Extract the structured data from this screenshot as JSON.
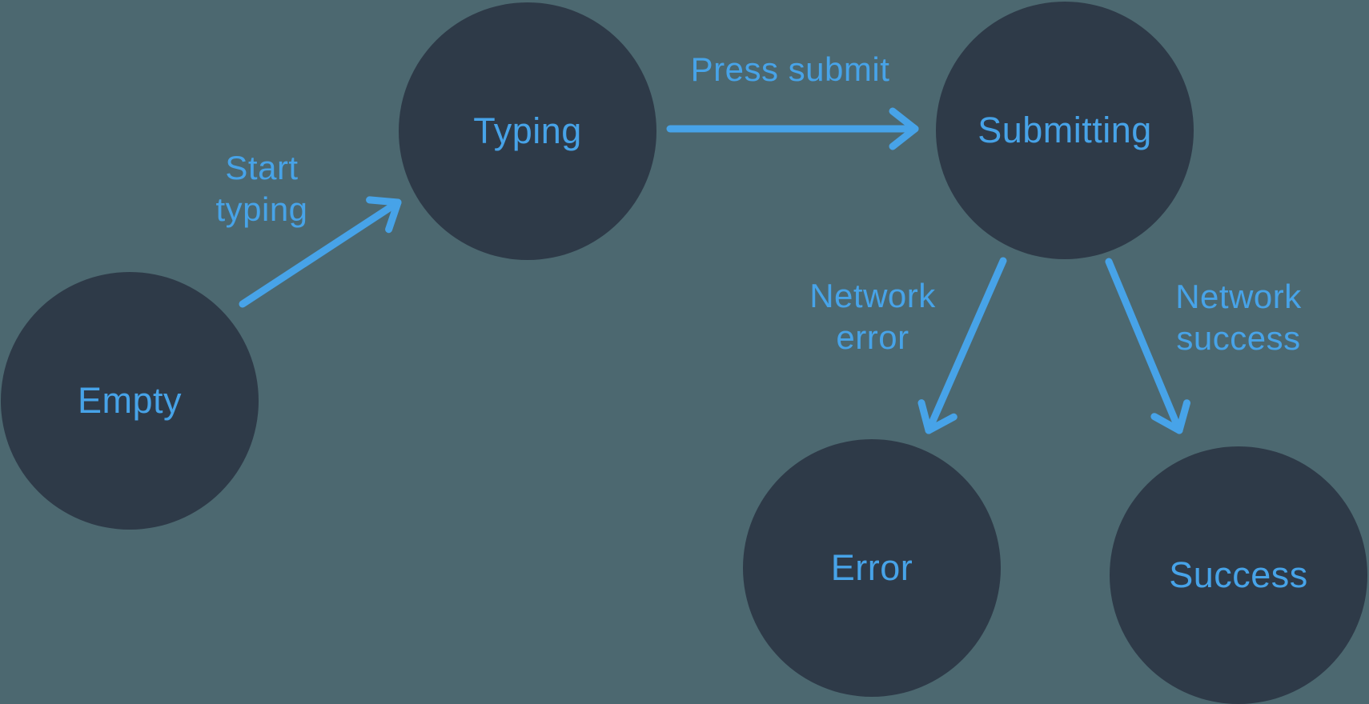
{
  "colors": {
    "background": "#4C6870",
    "node-fill": "#2E3A48",
    "accent": "#47A3E8"
  },
  "diagram_type": "state-machine",
  "nodes": [
    {
      "id": "empty",
      "label": "Empty"
    },
    {
      "id": "typing",
      "label": "Typing"
    },
    {
      "id": "submitting",
      "label": "Submitting"
    },
    {
      "id": "error",
      "label": "Error"
    },
    {
      "id": "success",
      "label": "Success"
    }
  ],
  "edges": [
    {
      "from": "empty",
      "to": "typing",
      "label": "Start\ntyping"
    },
    {
      "from": "typing",
      "to": "submitting",
      "label": "Press submit"
    },
    {
      "from": "submitting",
      "to": "error",
      "label": "Network\nerror"
    },
    {
      "from": "submitting",
      "to": "success",
      "label": "Network\nsuccess"
    }
  ]
}
